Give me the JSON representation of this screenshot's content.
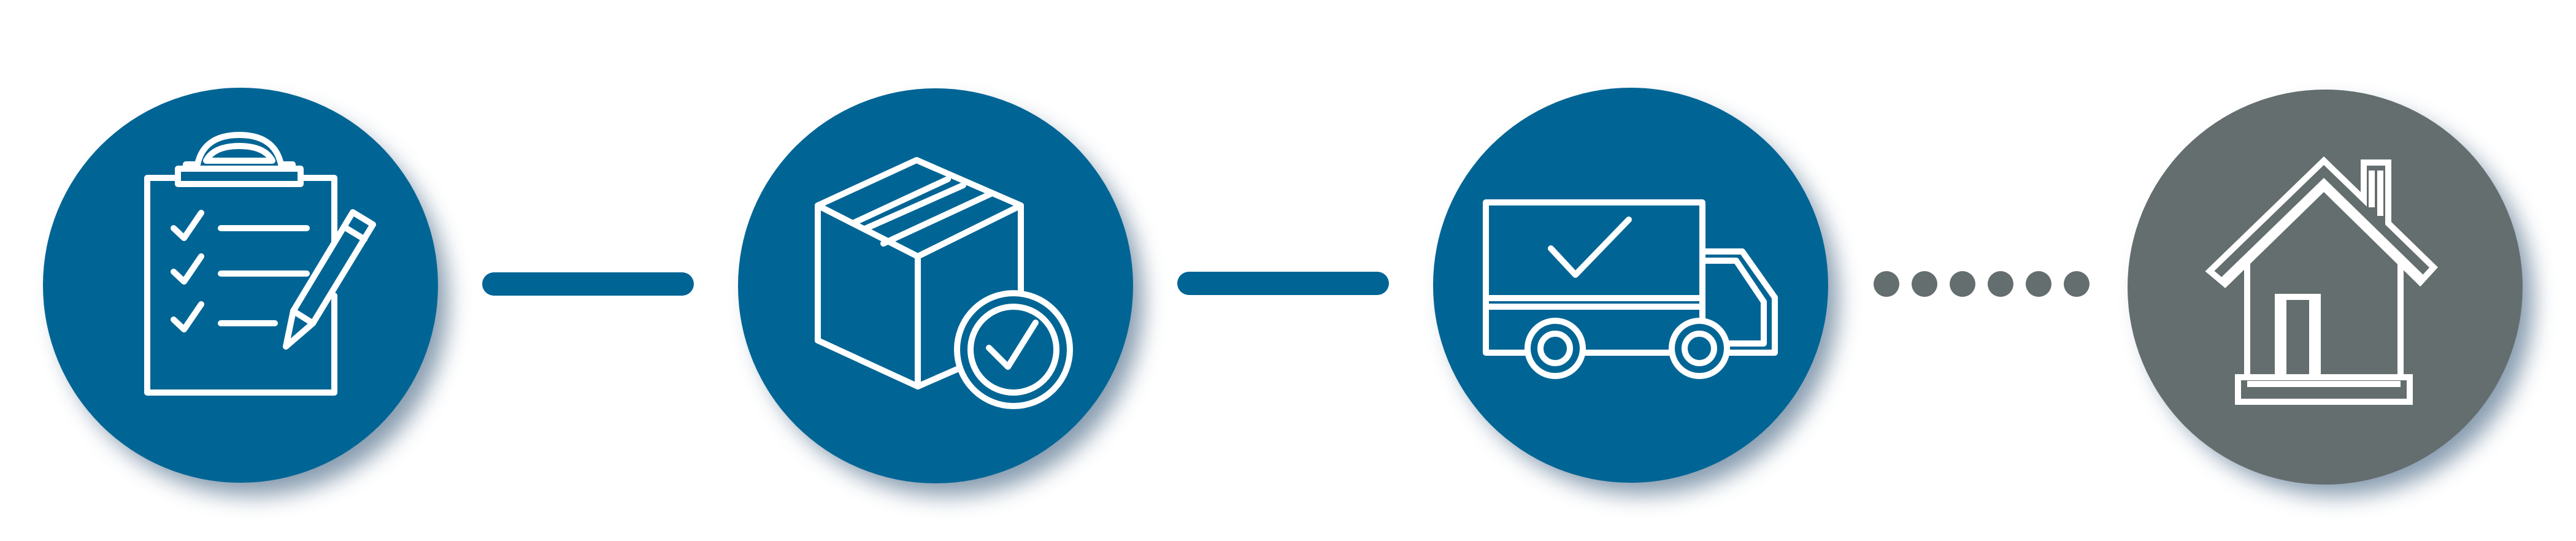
{
  "diagram": {
    "steps": [
      {
        "icon": "clipboard-checklist-icon",
        "fill": "#006595",
        "state": "completed"
      },
      {
        "icon": "package-checked-icon",
        "fill": "#006595",
        "state": "completed"
      },
      {
        "icon": "delivery-truck-icon",
        "fill": "#006595",
        "state": "completed"
      },
      {
        "icon": "house-icon",
        "fill": "#646e6e",
        "state": "pending"
      }
    ],
    "connectors": [
      {
        "style": "solid",
        "color": "#006595"
      },
      {
        "style": "solid",
        "color": "#006595"
      },
      {
        "style": "dotted",
        "color": "#646e6e",
        "dots": 6
      }
    ],
    "colors": {
      "active": "#006595",
      "inactive": "#646e6e",
      "shadow": "#5f7a94",
      "icon_stroke": "#ffffff"
    }
  }
}
